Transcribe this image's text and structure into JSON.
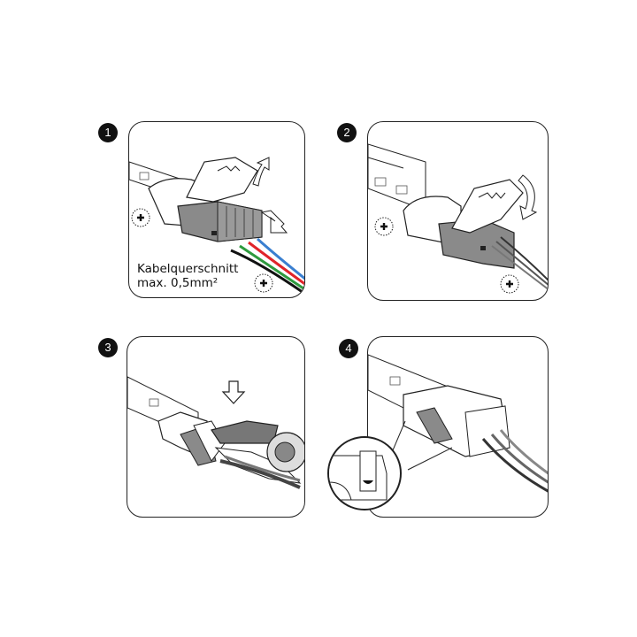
{
  "steps": [
    {
      "number": "1",
      "caption_line1": "Kabelquerschnitt",
      "caption_line2": "max. 0,5mm²",
      "wire_colors": [
        "#111111",
        "#2e9a3e",
        "#e0242a",
        "#3a7fd0"
      ]
    },
    {
      "number": "2"
    },
    {
      "number": "3"
    },
    {
      "number": "4"
    }
  ],
  "colors": {
    "connector_gray": "#8a8a8a",
    "dark_gray": "#555555",
    "outline": "#222222"
  }
}
